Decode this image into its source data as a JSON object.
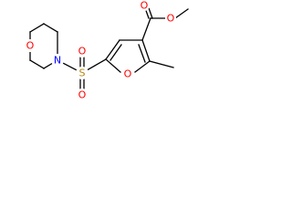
{
  "colors": {
    "background": "#ffffff",
    "bond": "#000000",
    "oxygen": "#ff0000",
    "nitrogen": "#0000ff",
    "sulfur": "#b8860b"
  },
  "atoms": {
    "morpholine_o": "O",
    "morpholine_n": "N",
    "sulfonyl_s": "S",
    "sulfonyl_o_top": "O",
    "sulfonyl_o_bottom": "O",
    "furan_o": "O",
    "ester_carbonyl_o": "O",
    "ester_o": "O"
  }
}
